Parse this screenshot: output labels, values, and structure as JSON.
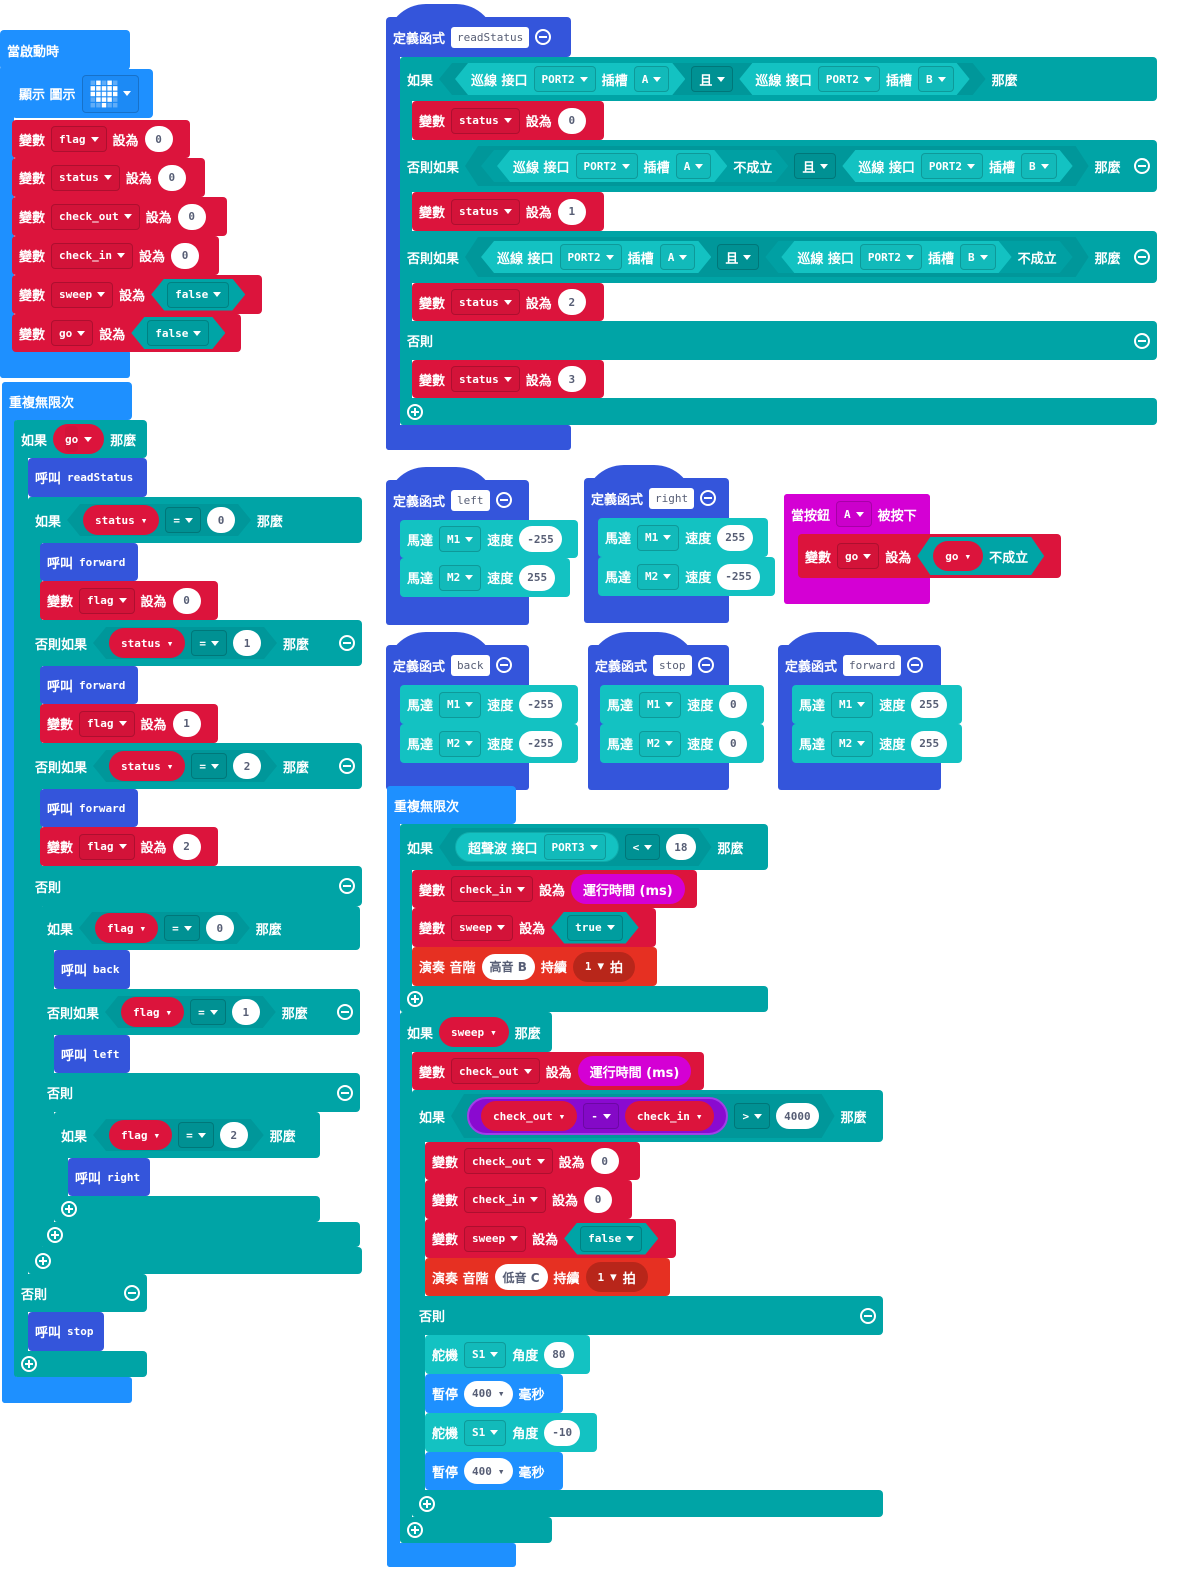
{
  "labels": {
    "if": "如果",
    "then": "那麼",
    "else_if": "否則如果",
    "else": "否則",
    "var": "變數",
    "set_to": "設為",
    "call": "呼叫",
    "define": "定義函式",
    "forever": "重複無限次",
    "line": "巡線 接口",
    "slot": "插槽",
    "and": "且",
    "not": "不成立",
    "motor": "馬達",
    "speed": "速度",
    "ultrasonic": "超聲波 接口",
    "runtime": "運行時間 (ms)",
    "play": "演奏 音階",
    "duration": "持續",
    "beat": "拍",
    "servo": "舵機",
    "angle": "角度",
    "pause": "暫停",
    "ms": "毫秒",
    "button_when": "當按鈕",
    "pressed": "被按下",
    "show": "顯示 圖示"
  },
  "on_start": {
    "title": "當啟動時",
    "vars": [
      {
        "name": "flag",
        "value": "0"
      },
      {
        "name": "status",
        "value": "0"
      },
      {
        "name": "check_out",
        "value": "0"
      },
      {
        "name": "check_in",
        "value": "0"
      },
      {
        "name": "sweep",
        "value": "false"
      },
      {
        "name": "go",
        "value": "false"
      }
    ]
  },
  "main_loop": {
    "cond_var": "go",
    "call_first": "readStatus",
    "branches": [
      {
        "var": "status",
        "op": "=",
        "value": "0",
        "call": "forward",
        "set_var": "flag",
        "set_value": "0"
      },
      {
        "var": "status",
        "op": "=",
        "value": "1",
        "call": "forward",
        "set_var": "flag",
        "set_value": "1"
      },
      {
        "var": "status",
        "op": "=",
        "value": "2",
        "call": "forward",
        "set_var": "flag",
        "set_value": "2"
      }
    ],
    "else_branches": [
      {
        "var": "flag",
        "op": "=",
        "value": "0",
        "call": "back"
      },
      {
        "var": "flag",
        "op": "=",
        "value": "1",
        "call": "left"
      },
      {
        "var": "flag",
        "op": "=",
        "value": "2",
        "call": "right"
      }
    ],
    "else_call": "stop"
  },
  "read_status": {
    "name": "readStatus",
    "port": "PORT2",
    "slot_a": "A",
    "slot_b": "B",
    "set_var": "status",
    "values": [
      "0",
      "1",
      "2",
      "3"
    ]
  },
  "motors": {
    "m1": "M1",
    "m2": "M2"
  },
  "functions": [
    {
      "name": "left",
      "m1": "-255",
      "m2": "255"
    },
    {
      "name": "right",
      "m1": "255",
      "m2": "-255"
    },
    {
      "name": "back",
      "m1": "-255",
      "m2": "-255"
    },
    {
      "name": "stop",
      "m1": "0",
      "m2": "0"
    },
    {
      "name": "forward",
      "m1": "255",
      "m2": "255"
    }
  ],
  "button_a": {
    "button": "A",
    "var": "go",
    "not_var": "go"
  },
  "loop2": {
    "port": "PORT3",
    "op": "<",
    "distance": "18",
    "check_in": "check_in",
    "check_out": "check_out",
    "sweep": "sweep",
    "true": "true",
    "false": "false",
    "note1": "高音 B",
    "note2": "低音 C",
    "beats": "1",
    "minus": "-",
    "gt": ">",
    "threshold": "4000",
    "zero": "0",
    "servo": "S1",
    "angle1": "80",
    "angle2": "-10",
    "pause": "400"
  }
}
